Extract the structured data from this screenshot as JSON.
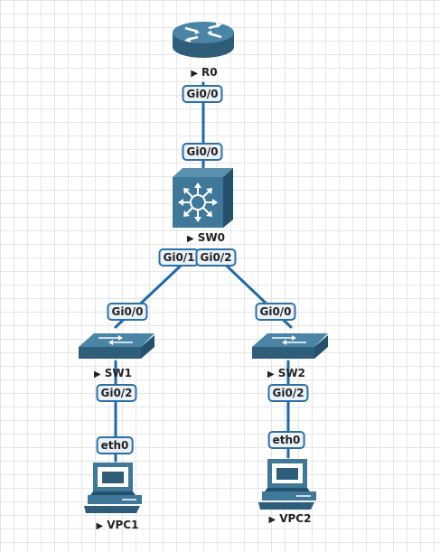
{
  "colors": {
    "link": "#1f68a9",
    "device_dark": "#2e5d7a",
    "device_mid": "#3f7899",
    "device_light": "#5b8fae",
    "label_border": "#2d6fa5",
    "label_fill": "#eaf1f7"
  },
  "nodes": {
    "r0": {
      "name": "R0",
      "icon": "router-icon"
    },
    "sw0": {
      "name": "SW0",
      "icon": "layer3-switch-icon"
    },
    "sw1": {
      "name": "SW1",
      "icon": "switch-icon"
    },
    "sw2": {
      "name": "SW2",
      "icon": "switch-icon"
    },
    "vpc1": {
      "name": "VPC1",
      "icon": "pc-icon"
    },
    "vpc2": {
      "name": "VPC2",
      "icon": "pc-icon"
    }
  },
  "links": [
    {
      "from": "R0",
      "from_port": "Gi0/0",
      "to": "SW0",
      "to_port": "Gi0/0"
    },
    {
      "from": "SW0",
      "from_port": "Gi0/1",
      "to": "SW1",
      "to_port": "Gi0/0"
    },
    {
      "from": "SW0",
      "from_port": "Gi0/2",
      "to": "SW2",
      "to_port": "Gi0/0"
    },
    {
      "from": "SW1",
      "from_port": "Gi0/2",
      "to": "VPC1",
      "to_port": "eth0"
    },
    {
      "from": "SW2",
      "from_port": "Gi0/2",
      "to": "VPC2",
      "to_port": "eth0"
    }
  ],
  "play_icon": "▶"
}
